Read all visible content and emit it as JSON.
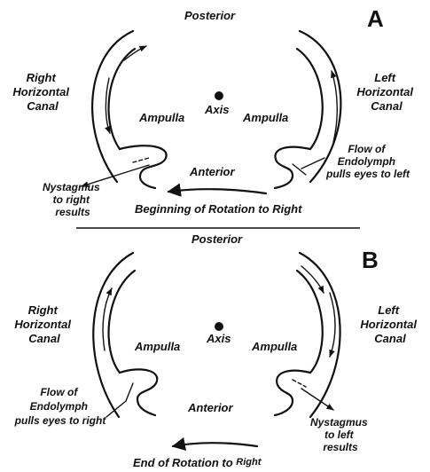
{
  "panels": [
    {
      "letter": "A",
      "posterior": "Posterior",
      "anterior": "Anterior",
      "axis": "Axis",
      "ampulla_left": "Ampulla",
      "ampulla_right": "Ampulla",
      "right_canal": [
        "Right",
        "Horizontal",
        "Canal"
      ],
      "left_canal": [
        "Left",
        "Horizontal",
        "Canal"
      ],
      "note_left": [
        "Nystagmus",
        "to right",
        "results"
      ],
      "note_right": [
        "Flow of",
        "Endolymph",
        "pulls eyes to left"
      ],
      "caption": "Beginning of Rotation to Right"
    },
    {
      "letter": "B",
      "posterior": "Posterior",
      "anterior": "Anterior",
      "axis": "Axis",
      "ampulla_left": "Ampulla",
      "ampulla_right": "Ampulla",
      "right_canal": [
        "Right",
        "Horizontal",
        "Canal"
      ],
      "left_canal": [
        "Left",
        "Horizontal",
        "Canal"
      ],
      "note_left": [
        "Flow of",
        "Endolymph",
        "pulls eyes to right"
      ],
      "note_right": [
        "Nystagmus",
        "to left",
        "results"
      ],
      "caption_main": "End of Rotation to",
      "caption_tail": "Right"
    }
  ]
}
